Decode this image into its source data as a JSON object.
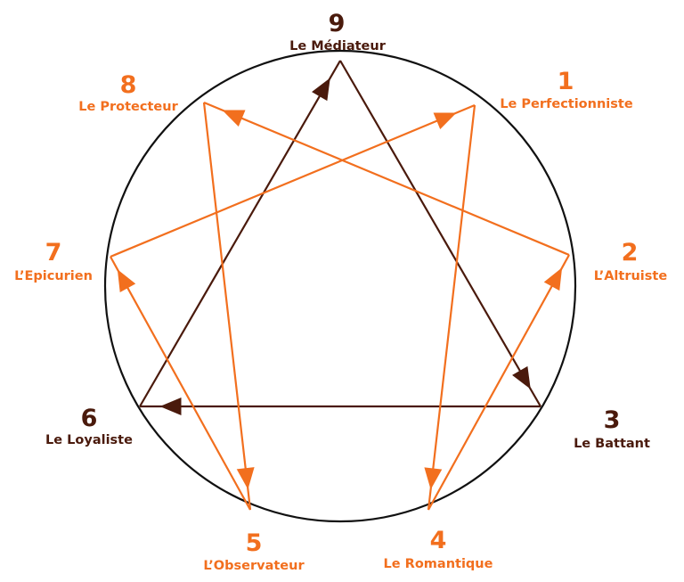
{
  "colors": {
    "orange": "#F26F1E",
    "dark": "#4A1A0C",
    "circle": "#111111",
    "background": "#FFFFFF"
  },
  "types": [
    {
      "number": "1",
      "name": "Le Perfectionniste",
      "color": "#F26F1E"
    },
    {
      "number": "2",
      "name": "L’Altruiste",
      "color": "#F26F1E"
    },
    {
      "number": "3",
      "name": "Le Battant",
      "color": "#4A1A0C"
    },
    {
      "number": "4",
      "name": "Le Romantique",
      "color": "#F26F1E"
    },
    {
      "number": "5",
      "name": "L’Observateur",
      "color": "#F26F1E"
    },
    {
      "number": "6",
      "name": "Le Loyaliste",
      "color": "#4A1A0C"
    },
    {
      "number": "7",
      "name": "L’Epicurien",
      "color": "#F26F1E"
    },
    {
      "number": "8",
      "name": "Le Protecteur",
      "color": "#F26F1E"
    },
    {
      "number": "9",
      "name": "Le Médiateur",
      "color": "#4A1A0C"
    }
  ],
  "connections": [
    {
      "from": "9",
      "to": "3",
      "color": "#4A1A0C"
    },
    {
      "from": "3",
      "to": "6",
      "color": "#4A1A0C"
    },
    {
      "from": "6",
      "to": "9",
      "color": "#4A1A0C"
    },
    {
      "from": "1",
      "to": "4",
      "color": "#F26F1E"
    },
    {
      "from": "4",
      "to": "2",
      "color": "#F26F1E"
    },
    {
      "from": "2",
      "to": "8",
      "color": "#F26F1E"
    },
    {
      "from": "8",
      "to": "5",
      "color": "#F26F1E"
    },
    {
      "from": "5",
      "to": "7",
      "color": "#F26F1E"
    },
    {
      "from": "7",
      "to": "1",
      "color": "#F26F1E"
    }
  ]
}
